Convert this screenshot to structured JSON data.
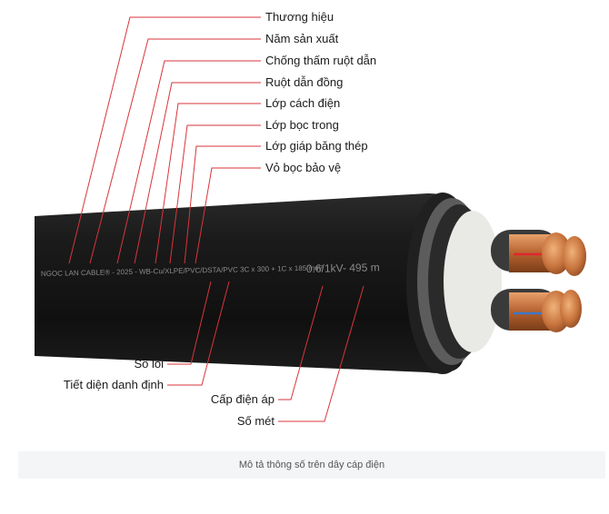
{
  "labels_top": [
    "Thương hiệu",
    "Năm sản xuất",
    "Chống thấm ruột dẫn",
    "Ruột dẫn đồng",
    "Lớp cách điện",
    "Lớp bọc trong",
    "Lớp giáp băng thép",
    "Vỏ bọc bảo vệ"
  ],
  "labels_bottom": [
    "Số lõi",
    "Tiết diện danh định",
    "Cấp điện áp",
    "Số mét"
  ],
  "cable_print": {
    "small": "NGOC LAN CABLE® - 2025 - WB-Cu/XLPE/PVC/DSTA/PVC 3C x 300 + 1C x 185 mm²",
    "large": "0.6/1kV- 495 m"
  },
  "caption": "Mô tả thông số trên dây cáp điện",
  "colors": {
    "leader": "#d9343b",
    "jacket": "#161616",
    "copper": "#c8743d"
  }
}
